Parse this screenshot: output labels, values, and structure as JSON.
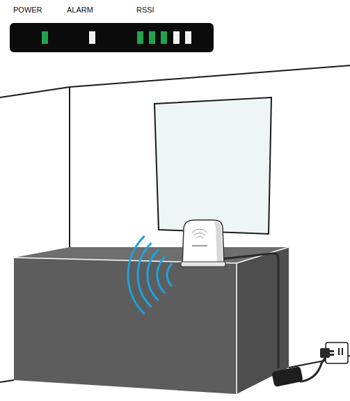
{
  "diagram": {
    "labels": [
      "POWER",
      "ALARM",
      "RSSI"
    ]
  }
}
